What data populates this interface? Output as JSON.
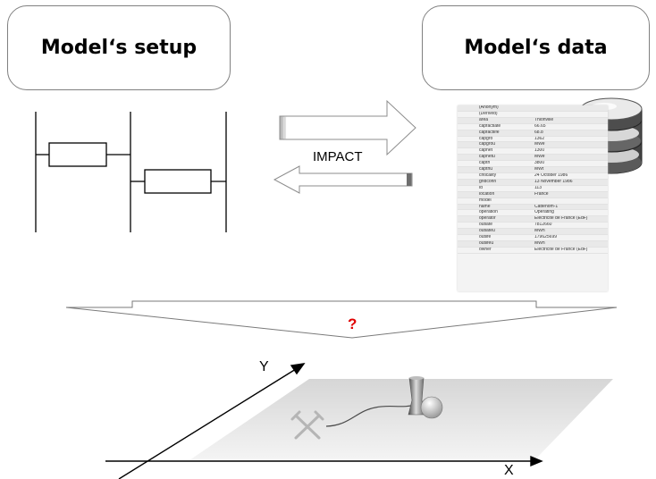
{
  "setup_box": {
    "title": "Model‘s setup"
  },
  "data_box": {
    "title": "Model‘s data"
  },
  "impact_label": "IMPACT",
  "question_mark": "?",
  "axes": {
    "y_label": "Y",
    "x_label": "X"
  },
  "properties_table": [
    {
      "key": "(Anonym)",
      "value": ""
    },
    {
      "key": "(Derived)",
      "value": ""
    },
    {
      "key": "area",
      "value": "Thionville"
    },
    {
      "key": "capfactlate",
      "value": "66.65"
    },
    {
      "key": "capfactlife",
      "value": "68.8"
    },
    {
      "key": "capgro",
      "value": "1362"
    },
    {
      "key": "capgrou",
      "value": "MWe"
    },
    {
      "key": "capnet",
      "value": "1300"
    },
    {
      "key": "capnetu",
      "value": "MWe"
    },
    {
      "key": "capth",
      "value": "3800"
    },
    {
      "key": "capthu",
      "value": "MWt"
    },
    {
      "key": "criticality",
      "value": "24 October 1986"
    },
    {
      "key": "gridconn",
      "value": "13 November 1986"
    },
    {
      "key": "id",
      "value": "113"
    },
    {
      "key": "location",
      "value": "France"
    },
    {
      "key": "model",
      "value": ""
    },
    {
      "key": "name",
      "value": "Cattenom-1"
    },
    {
      "key": "operation",
      "value": "Operating"
    },
    {
      "key": "operator",
      "value": "Electricite de France (EdF)"
    },
    {
      "key": "outlate",
      "value": "7812660"
    },
    {
      "key": "outlateu",
      "value": "MWh"
    },
    {
      "key": "outlife",
      "value": "179625699"
    },
    {
      "key": "outlifeu",
      "value": "MWh"
    },
    {
      "key": "owner",
      "value": "Electricite de France (EdF)"
    }
  ],
  "colors": {
    "title_border": "#808080",
    "question": "#e00000",
    "plane": "#e6e6e6"
  },
  "icons": [
    "circuit-diagram-icon",
    "database-icon",
    "hammer-and-pick-icon",
    "power-plant-icon"
  ]
}
